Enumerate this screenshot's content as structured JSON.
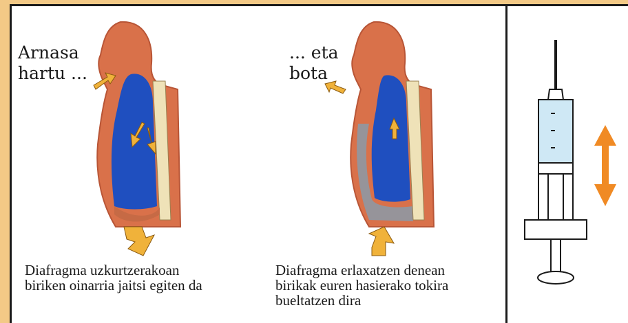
{
  "panel_left": {
    "label_lines": [
      "Arnasa",
      "hartu ..."
    ],
    "caption_lines": [
      "Diafragma  uzkurtzerakoan",
      "biriken oinarria jaitsi egiten da"
    ]
  },
  "panel_mid": {
    "label_lines": [
      "... eta",
      "bota"
    ],
    "caption_lines": [
      "Diafragma erlaxatzen denean",
      "birikak euren hasierako tokira",
      "bueltatzen dira"
    ]
  },
  "colors": {
    "background": "#f3c986",
    "skin": "#d9714a",
    "lung": "#1f4fbf",
    "arrow": "#f0b23a",
    "double_arrow": "#f08a24",
    "syringe_fluid": "#cfe8f5"
  }
}
